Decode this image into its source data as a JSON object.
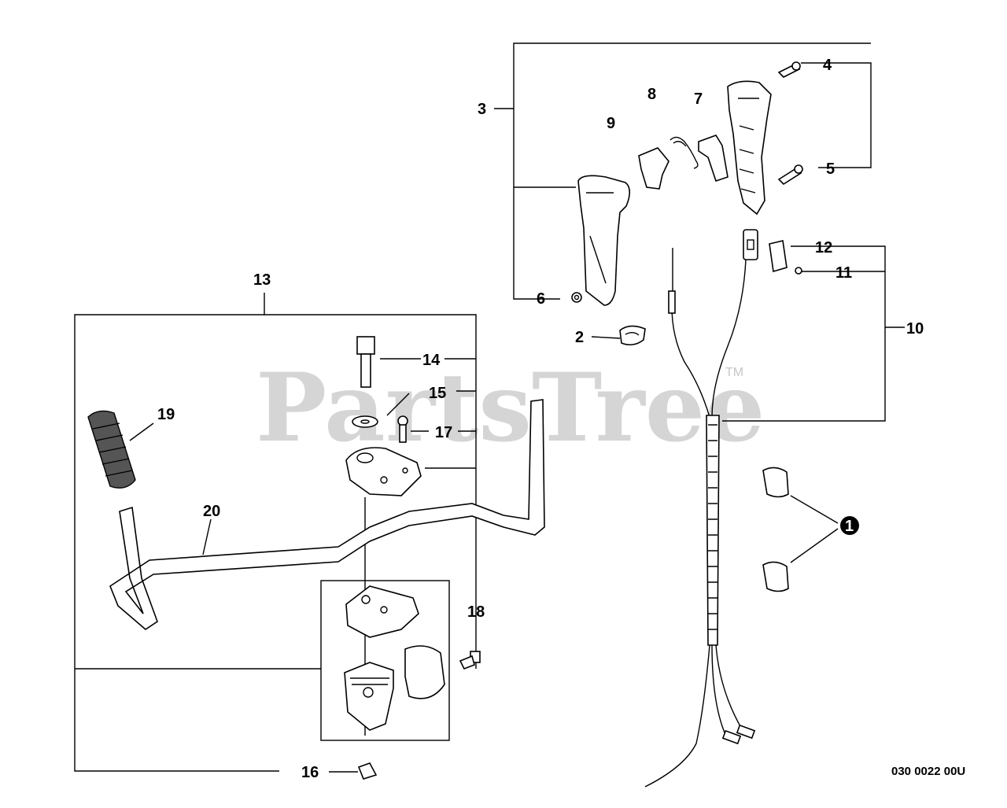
{
  "watermark": {
    "text": "PartsTree",
    "trademark": "TM"
  },
  "diagram_code": "030 0022 00U",
  "callouts": {
    "c1": "1",
    "c2": "2",
    "c3": "3",
    "c4": "4",
    "c5": "5",
    "c6": "6",
    "c7": "7",
    "c8": "8",
    "c9": "9",
    "c10": "10",
    "c11": "11",
    "c12": "12",
    "c13": "13",
    "c14": "14",
    "c15": "15",
    "c16": "16",
    "c17": "17",
    "c18": "18",
    "c19": "19",
    "c20": "20"
  }
}
